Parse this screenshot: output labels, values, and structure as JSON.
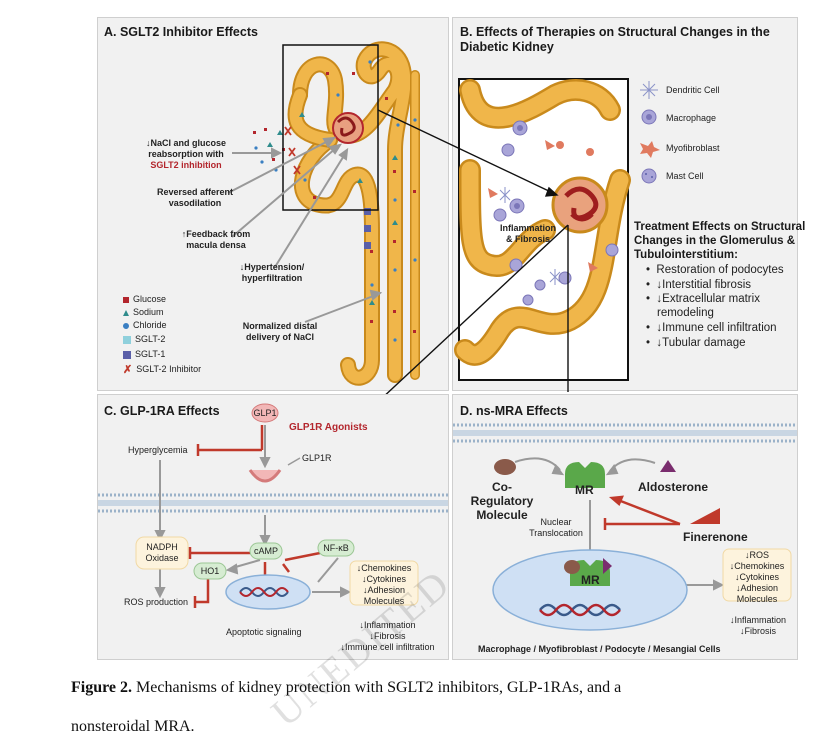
{
  "panels": {
    "a": {
      "title": "A. SGLT2 Inhibitor Effects",
      "labels": {
        "nacl_1": "↓NaCl and glucose",
        "nacl_2": "reabsorption with",
        "nacl_3": "SGLT2 inhibition",
        "reversed_1": "Reversed afferent",
        "reversed_2": "vasodilation",
        "feedback_1": "↑Feedback from",
        "feedback_2": "macula densa",
        "hyper_1": "↓Hypertension/",
        "hyper_2": "hyperfiltration",
        "distal_1": "Normalized distal",
        "distal_2": "delivery of NaCl"
      },
      "legend": [
        {
          "label": "Glucose",
          "icon": "square-icon",
          "color": "#b3262d"
        },
        {
          "label": "Sodium",
          "icon": "triangle-icon",
          "color": "#2f8c8c"
        },
        {
          "label": "Chloride",
          "icon": "circle-icon",
          "color": "#3a7fc2"
        },
        {
          "label": "SGLT-2",
          "icon": "square-icon",
          "color": "#8fd0dc"
        },
        {
          "label": "SGLT-1",
          "icon": "square-icon",
          "color": "#5a5fa8"
        },
        {
          "label": "SGLT-2 Inhibitor",
          "icon": "x-icon",
          "color": "#c0392b"
        }
      ]
    },
    "b": {
      "title_1": "B. Effects of Therapies on Structural Changes in the",
      "title_2": "Diabetic Kidney",
      "legend": [
        {
          "label": "Dendritic Cell",
          "icon": "dendritic-cell-icon"
        },
        {
          "label": "Macrophage",
          "icon": "macrophage-icon"
        },
        {
          "label": "Myofibroblast",
          "icon": "myofibroblast-icon"
        },
        {
          "label": "Mast Cell",
          "icon": "mast-cell-icon"
        }
      ],
      "inflam_1": "Inflammation",
      "inflam_2": "& Fibrosis",
      "treat_1": "Treatment Effects on Structural",
      "treat_2": "Changes in the Glomerulus &",
      "treat_3": "Tubulointerstitium:",
      "bullets": [
        "Restoration of podocytes",
        "↓Interstitial fibrosis",
        "↓Extracellular matrix",
        "remodeling",
        "↓Immune cell infiltration",
        "↓Tubular damage"
      ]
    },
    "c": {
      "title": "C. GLP-1RA Effects",
      "glp1": "GLP1",
      "agonists": "GLP1R Agonists",
      "glp1r": "GLP1R",
      "hyperglycemia": "Hyperglycemia",
      "nadph_1": "NADPH",
      "nadph_2": "Oxidase",
      "camp": "cAMP",
      "nfkb": "NF-κB",
      "ho1": "HO1",
      "ros": "ROS production",
      "apoptotic": "Apoptotic signaling",
      "chemo_1": "↓Chemokines",
      "chemo_2": "↓Cytokines",
      "chemo_3": "↓Adhesion",
      "chemo_4": "Molecules",
      "out_1": "↓Inflammation",
      "out_2": "↓Fibrosis",
      "out_3": "↓Immune cell infiltration"
    },
    "d": {
      "title": "D. ns-MRA Effects",
      "coreg_1": "Co-Regulatory",
      "coreg_2": "Molecule",
      "mr": "MR",
      "aldosterone": "Aldosterone",
      "nuclear_1": "Nuclear",
      "nuclear_2": "Translocation",
      "finerenone": "Finerenone",
      "mr2": "MR",
      "ros_1": "↓ROS",
      "ros_2": "↓Chemokines",
      "ros_3": "↓Cytokines",
      "ros_4": "↓Adhesion",
      "ros_5": "Molecules",
      "out_1": "↓Inflammation",
      "out_2": "↓Fibrosis",
      "cells": "Macrophage / Myofibroblast / Podocyte / Mesangial Cells"
    }
  },
  "caption": {
    "label": "Figure 2.",
    "text_1": " Mechanisms of kidney protection with SGLT2 inhibitors, GLP-1RAs, and a",
    "text_2": "nonsteroidal MRA."
  },
  "watermark": "UNEDITED",
  "colors": {
    "tubule": "#f0b64a",
    "tubule_edge": "#c98a1c",
    "glom": "#c0392b",
    "membrane": "#9bb2c9",
    "accent_red": "#b3262d"
  }
}
